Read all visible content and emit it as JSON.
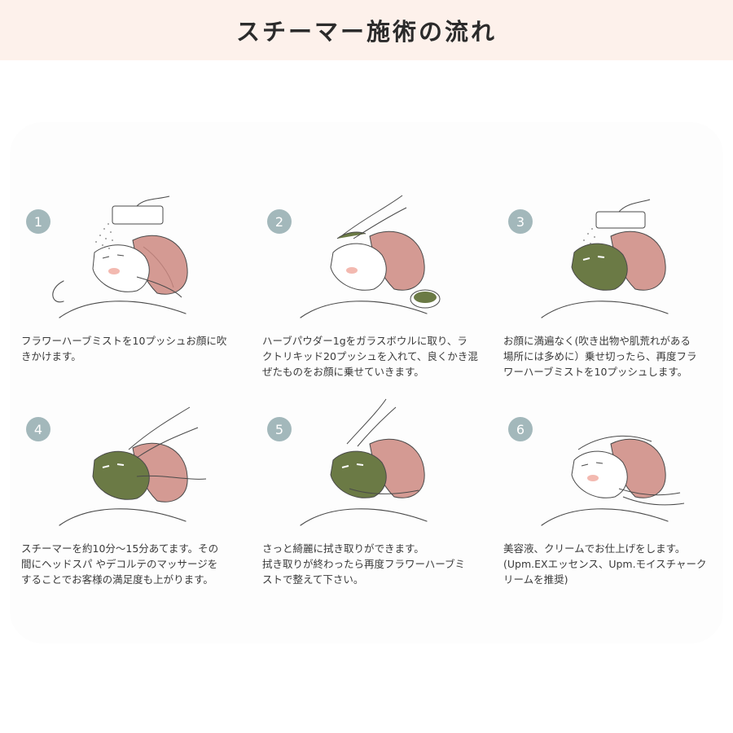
{
  "header": {
    "title": "スチーマー施術の流れ"
  },
  "colors": {
    "header_bg": "#fdf1eb",
    "badge": "#a3b8bb",
    "turban": "#d49a93",
    "mask": "#6b7a45",
    "line": "#4a4a4a",
    "cheek": "#f3b9b0"
  },
  "steps": [
    {
      "number": "1",
      "text": "フラワーハーブミストを10プッシュお顔に吹\nきかけます。",
      "illustration": "mist-spray"
    },
    {
      "number": "2",
      "text": "ハーブパウダー1gをガラスボウルに取り、ラ\nクトリキッド20プッシュを入れて、良くかき混\nぜたものをお顔に乗せていきます。",
      "illustration": "apply-powder-bowl"
    },
    {
      "number": "3",
      "text": "お顔に満遍なく(吹き出物や肌荒れがある\n場所には多めに）乗せ切ったら、再度フラ\nワーハーブミストを10プッシュします。",
      "illustration": "mist-on-mask"
    },
    {
      "number": "4",
      "text": "スチーマーを約10分〜15分あてます。その\n間にヘッドスパ やデコルテのマッサージを\nすることでお客様の満足度も上がります。",
      "illustration": "mask-massage"
    },
    {
      "number": "5",
      "text": "さっと綺麗に拭き取りができます。\n拭き取りが終わったら再度フラワーハーブミ\nストで整えて下さい。",
      "illustration": "wipe-off"
    },
    {
      "number": "6",
      "text": "美容液、クリームでお仕上げをします。\n(Upm.EXエッセンス、Upm.モイスチャーク\nリームを推奨)",
      "illustration": "finish-cream"
    }
  ]
}
